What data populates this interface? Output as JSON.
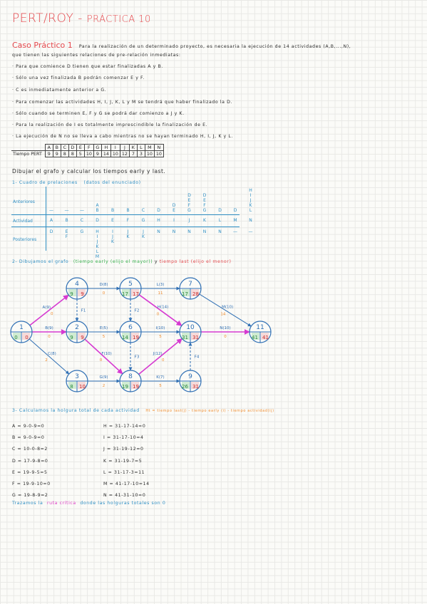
{
  "title": {
    "part1": "PERT/ROY - ",
    "part2": "PRÁCTICA 10"
  },
  "caso": {
    "label": "Caso Práctico 1",
    "intro": "Para la realización de un determinado proyecto, es necesaria la ejecución de 14 actividades (A,B,...,N),",
    "intro2": "que tienen las siguientes relaciones de pre-relación inmediatas:",
    "bullets": [
      "· Para que comience D tienen que estar finalizadas A y B.",
      "· Sólo una vez finalizada B podrán comenzar E y F.",
      "· C es inmediatamente anterior a G.",
      "· Para comenzar las actividades H, I, J, K, L y M se tendrá que haber finalizado la D.",
      "· Sólo cuando se terminen E, F y G se podrá dar comienzo a J y K.",
      "· Para la realización de I es totalmente imprescindible la finalización de E.",
      "· La ejecución de N no se lleva a cabo mientras no se hayan terminado H, I, J, K y L."
    ]
  },
  "pert_table": {
    "row1_label": "",
    "row2_label": "Tiempo PERT",
    "headers": [
      "A",
      "B",
      "C",
      "D",
      "E",
      "F",
      "G",
      "H",
      "I",
      "J",
      "K",
      "L",
      "M",
      "N"
    ],
    "values": [
      "9",
      "9",
      "8",
      "8",
      "5",
      "10",
      "9",
      "14",
      "10",
      "12",
      "7",
      "3",
      "10",
      "10"
    ]
  },
  "instruction": "Dibujar el grafo y calcular los tiempos early y last.",
  "section1": {
    "title": "1- Cuadro de prelaciones",
    "note": "(datos del enunciado)"
  },
  "relations": {
    "row_labels": {
      "anteriores": "Anteriores",
      "actividad": "Actividad",
      "posteriores": "Posteriores"
    },
    "activities": [
      "A",
      "B",
      "C",
      "D",
      "E",
      "F",
      "G",
      "H",
      "I",
      "J",
      "K",
      "L",
      "M",
      "N"
    ],
    "anteriores": [
      "—",
      "—",
      "—",
      "A B",
      "B",
      "B",
      "C",
      "D",
      "D E",
      "D E F G",
      "D E F G",
      "D",
      "D",
      "H I J K L"
    ],
    "posteriores": [
      "D",
      "E F",
      "G",
      "H I J K L M",
      "I J K",
      "J K",
      "J K",
      "N",
      "N",
      "N",
      "N",
      "N",
      "—",
      "—"
    ]
  },
  "section2": {
    "title": "2- Dibujamos el grafo",
    "early": "(tiempo early (elijo el mayor))",
    "conj": "y",
    "last": "tiempo last (elijo el menor)"
  },
  "graph": {
    "nodes": [
      {
        "id": "1",
        "early": "0",
        "last": "0"
      },
      {
        "id": "2",
        "early": "9",
        "last": "9"
      },
      {
        "id": "3",
        "early": "8",
        "last": "10"
      },
      {
        "id": "4",
        "early": "9",
        "last": "9"
      },
      {
        "id": "5",
        "early": "17",
        "last": "17"
      },
      {
        "id": "6",
        "early": "14",
        "last": "19"
      },
      {
        "id": "7",
        "early": "17",
        "last": "28"
      },
      {
        "id": "8",
        "early": "19",
        "last": "19"
      },
      {
        "id": "9",
        "early": "26",
        "last": "31"
      },
      {
        "id": "10",
        "early": "31",
        "last": "31"
      },
      {
        "id": "11",
        "early": "41",
        "last": "41"
      }
    ],
    "edges": [
      {
        "label": "A(9)",
        "slack": "0"
      },
      {
        "label": "B(9)",
        "slack": "0"
      },
      {
        "label": "C(8)",
        "slack": "2"
      },
      {
        "label": "D(8)",
        "slack": "0"
      },
      {
        "label": "E(5)",
        "slack": "5"
      },
      {
        "label": "F(10)",
        "slack": "0"
      },
      {
        "label": "G(9)",
        "slack": "2"
      },
      {
        "label": "H(14)",
        "slack": "0"
      },
      {
        "label": "I(10)",
        "slack": "5"
      },
      {
        "label": "J(12)",
        "slack": "0"
      },
      {
        "label": "K(7)",
        "slack": "5"
      },
      {
        "label": "L(3)",
        "slack": "11"
      },
      {
        "label": "M(10)",
        "slack": "14"
      },
      {
        "label": "N(10)",
        "slack": "0"
      }
    ],
    "dummies": [
      "F1",
      "F2",
      "F3",
      "F4"
    ]
  },
  "section3": {
    "title": "3- Calculamos la holgura total de cada actividad",
    "formula": "Ht = tiempo last(j) - tiempo early (i) - tiempo actividad(ij)",
    "left": [
      "A = 9-0-9=0",
      "B = 9-0-9=0",
      "C = 10-0-8=2",
      "D = 17-9-8=0",
      "E = 19-9-5=5",
      "F = 19-9-10=0",
      "G = 19-8-9=2"
    ],
    "right": [
      "H = 31-17-14=0",
      "I = 31-17-10=4",
      "J = 31-19-12=0",
      "K = 31-19-7=5",
      "L = 31-17-3=11",
      "M = 41-17-10=14",
      "N = 41-31-10=0"
    ]
  },
  "conclusion": {
    "a": "Trazamos la",
    "b": "ruta crítica",
    "c": "donde las holguras totales son 0"
  }
}
